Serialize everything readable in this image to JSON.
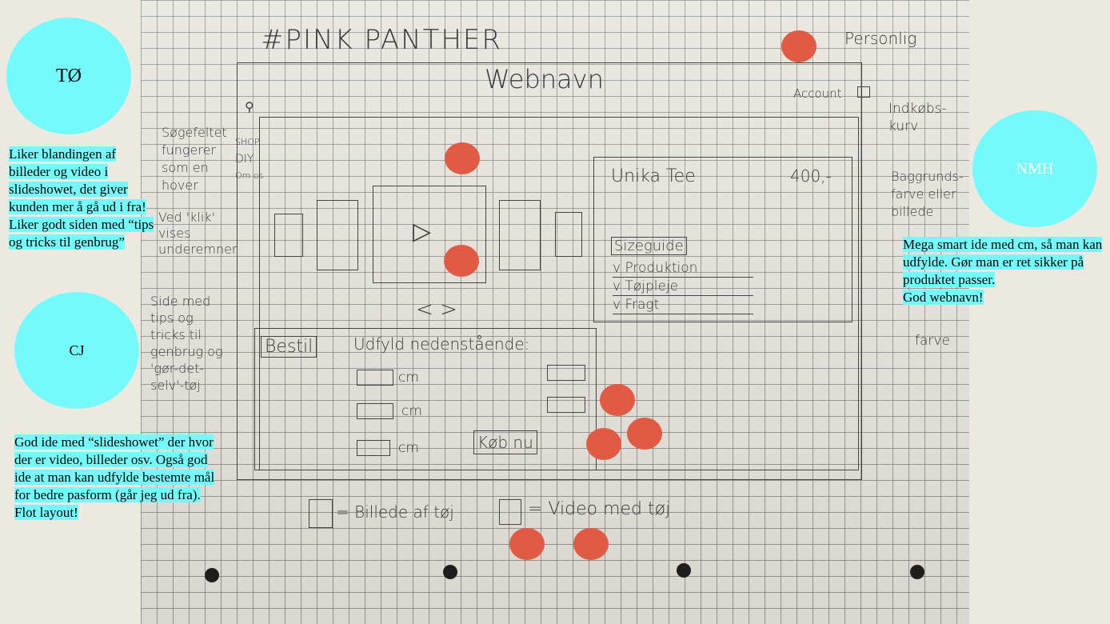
{
  "comments": {
    "to": {
      "name": "TØ",
      "text": "Liker blandingen af billeder og video i slideshowet, det giver kunden mer å gå ud i fra! Liker godt siden med “tips og tricks til genbrug”"
    },
    "cj": {
      "name": "CJ",
      "text": "God ide med “slideshowet” der hvor der er video, billeder osv. Også god ide at man kan udfylde bestemte mål for bedre pasform (går jeg ud fra). Flot layout!"
    },
    "nmh": {
      "name": "NMH",
      "text_line1": "Mega smart ide med cm, så man kan udfylde. Gør man er ret sikker på produktet passer.",
      "text_line2": "God webnavn!"
    }
  },
  "sketch": {
    "project_title": "#PINK PANTHER",
    "site_name": "Webnavn",
    "personlig": "Personlig",
    "account": "Account",
    "indkobskurv": "Indkøbs-kurv",
    "search_note": "Søgefeltet fungerer som en hover",
    "nav": [
      "SHOP",
      "DIY",
      "Om os"
    ],
    "click_note": "Ved 'klik' vises underemner",
    "tips_note": "Side med tips og tricks til genbrug og 'gør-det-selv'-tøj",
    "product_name": "Unika Tee",
    "price": "400,-",
    "sizeguide": "Sizeguide",
    "accordion": [
      "v Produktion",
      "v Tøjpleje",
      "v Fragt"
    ],
    "bg_note": "Baggrunds-farve eller billede",
    "farve": "farve",
    "order_label": "Bestil",
    "order_instruction": "Udfyld nedenstående:",
    "cm": "cm",
    "buy_button": "Køb nu",
    "legend_image": "= Billede af tøj",
    "legend_video": "= Video med tøj",
    "arrows": "< >"
  },
  "colors": {
    "bubble": "#74fafa",
    "dot": "#e05a44",
    "background": "#ece9e1"
  }
}
